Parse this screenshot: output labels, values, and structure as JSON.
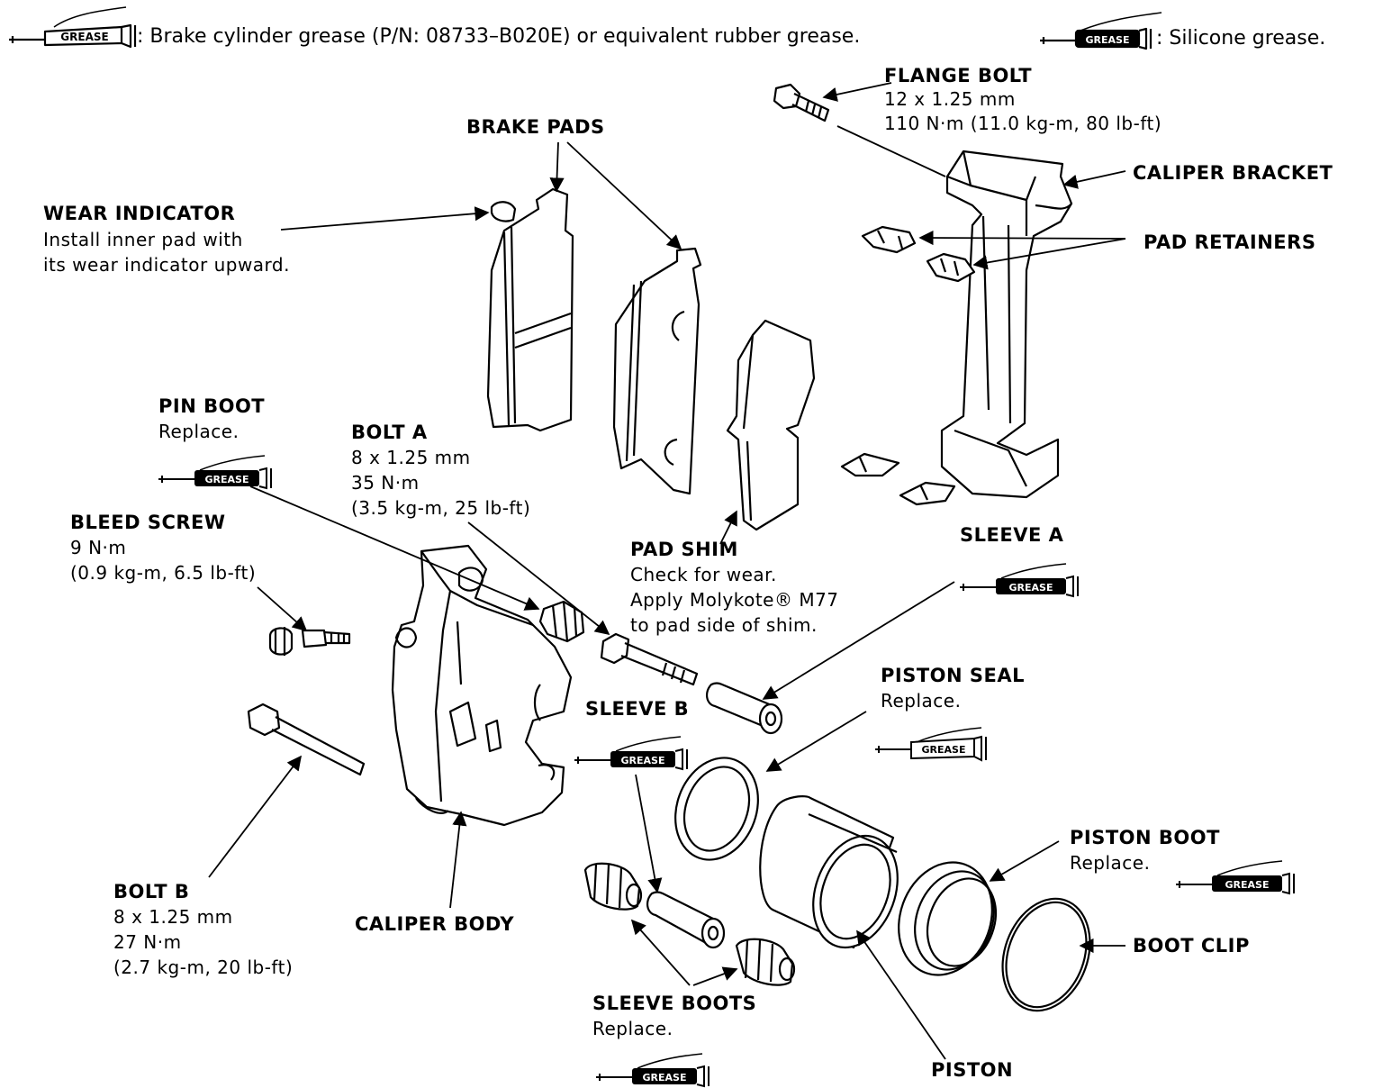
{
  "legend": {
    "grease_icon_text": "GREASE",
    "brake_grease": ": Brake cylinder grease (P/N: 08733–B020E) or equivalent rubber grease.",
    "silicone_grease": ": Silicone grease."
  },
  "labels": {
    "flange_bolt": {
      "title": "FLANGE BOLT",
      "line1": "12 x 1.25 mm",
      "line2": "110 N·m (11.0 kg-m, 80 lb-ft)"
    },
    "brake_pads": {
      "title": "BRAKE PADS"
    },
    "caliper_bracket": {
      "title": "CALIPER BRACKET"
    },
    "wear_indicator": {
      "title": "WEAR INDICATOR",
      "line1": "Install inner pad with",
      "line2": "its wear indicator upward."
    },
    "pad_retainers": {
      "title": "PAD RETAINERS"
    },
    "pin_boot": {
      "title": "PIN BOOT",
      "line1": "Replace."
    },
    "bolt_a": {
      "title": "BOLT A",
      "line1": "8 x 1.25 mm",
      "line2": "35 N·m",
      "line3": "(3.5 kg-m, 25 lb-ft)"
    },
    "bleed_screw": {
      "title": "BLEED SCREW",
      "line1": "9 N·m",
      "line2": "(0.9 kg-m, 6.5 lb-ft)"
    },
    "pad_shim": {
      "title": "PAD SHIM",
      "line1": "Check for wear.",
      "line2": "Apply Molykote®  M77",
      "line3": "to pad side of shim."
    },
    "sleeve_a": {
      "title": "SLEEVE A"
    },
    "piston_seal": {
      "title": "PISTON SEAL",
      "line1": "Replace."
    },
    "sleeve_b": {
      "title": "SLEEVE B"
    },
    "piston_boot": {
      "title": "PISTON BOOT",
      "line1": "Replace."
    },
    "boot_clip": {
      "title": "BOOT CLIP"
    },
    "bolt_b": {
      "title": "BOLT B",
      "line1": "8 x 1.25 mm",
      "line2": "27 N·m",
      "line3": "(2.7 kg-m, 20 lb-ft)"
    },
    "caliper_body": {
      "title": "CALIPER BODY"
    },
    "sleeve_boots": {
      "title": "SLEEVE BOOTS",
      "line1": "Replace."
    },
    "piston": {
      "title": "PISTON"
    }
  }
}
